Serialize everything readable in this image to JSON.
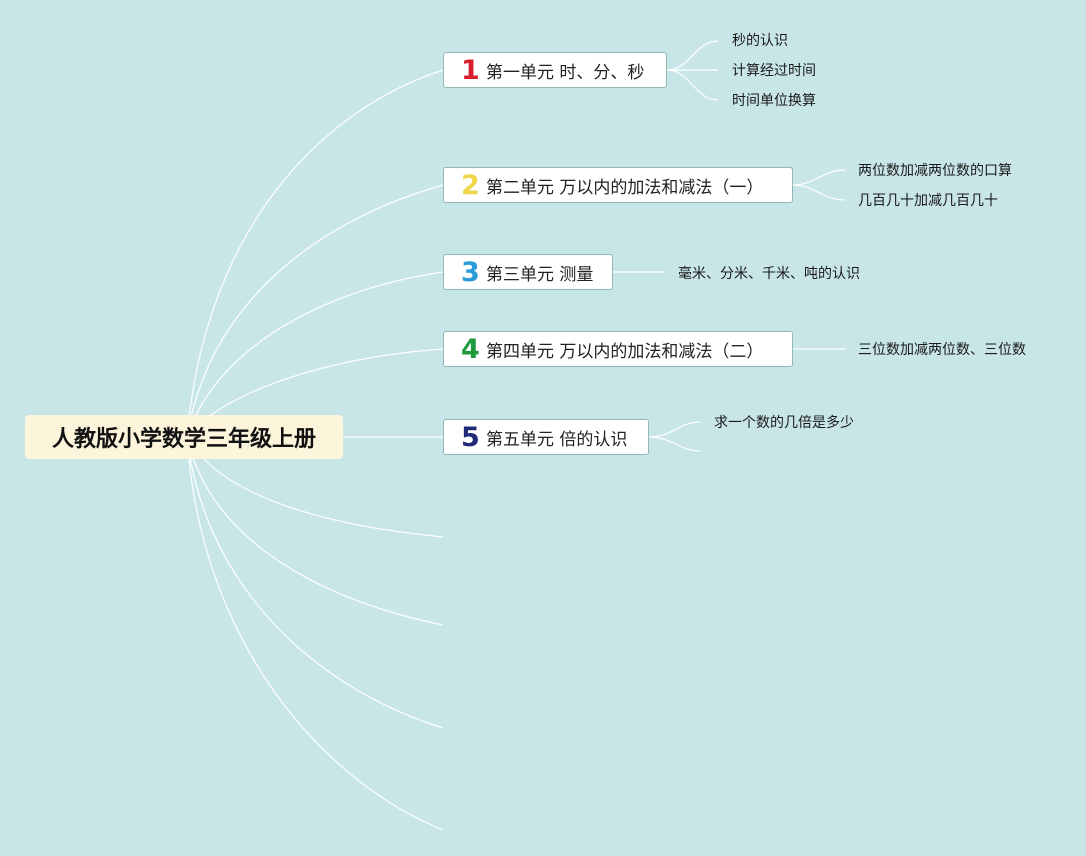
{
  "root": {
    "label": "人教版小学数学三年级上册"
  },
  "colors": {
    "background": "#c8e5e8",
    "root_fill": "#fdf4dc",
    "link": "#ffffff",
    "unit_border": "#8fb9b6"
  },
  "units": [
    {
      "number": "1",
      "number_color": "#d81e2c",
      "label": "第一单元 时、分、秒",
      "topics": [
        "秒的认识",
        "计算经过时间",
        "时间单位换算"
      ]
    },
    {
      "number": "2",
      "number_color": "#f0d64a",
      "label": "第二单元 万以内的加法和减法（一）",
      "topics": [
        "两位数加减两位数的口算",
        "几百几十加减几百几十"
      ]
    },
    {
      "number": "3",
      "number_color": "#2a9bd8",
      "label": "第三单元 测量",
      "topics": [
        "毫米、分米、千米、吨的认识"
      ]
    },
    {
      "number": "4",
      "number_color": "#1e9a3c",
      "label": "第四单元 万以内的加法和减法（二）",
      "topics": [
        "三位数加减两位数、三位数"
      ]
    },
    {
      "number": "5",
      "number_color": "#1e2a78",
      "label": "第五单元 倍的认识",
      "topics": [
        "求一个数的几倍是多少"
      ]
    }
  ]
}
